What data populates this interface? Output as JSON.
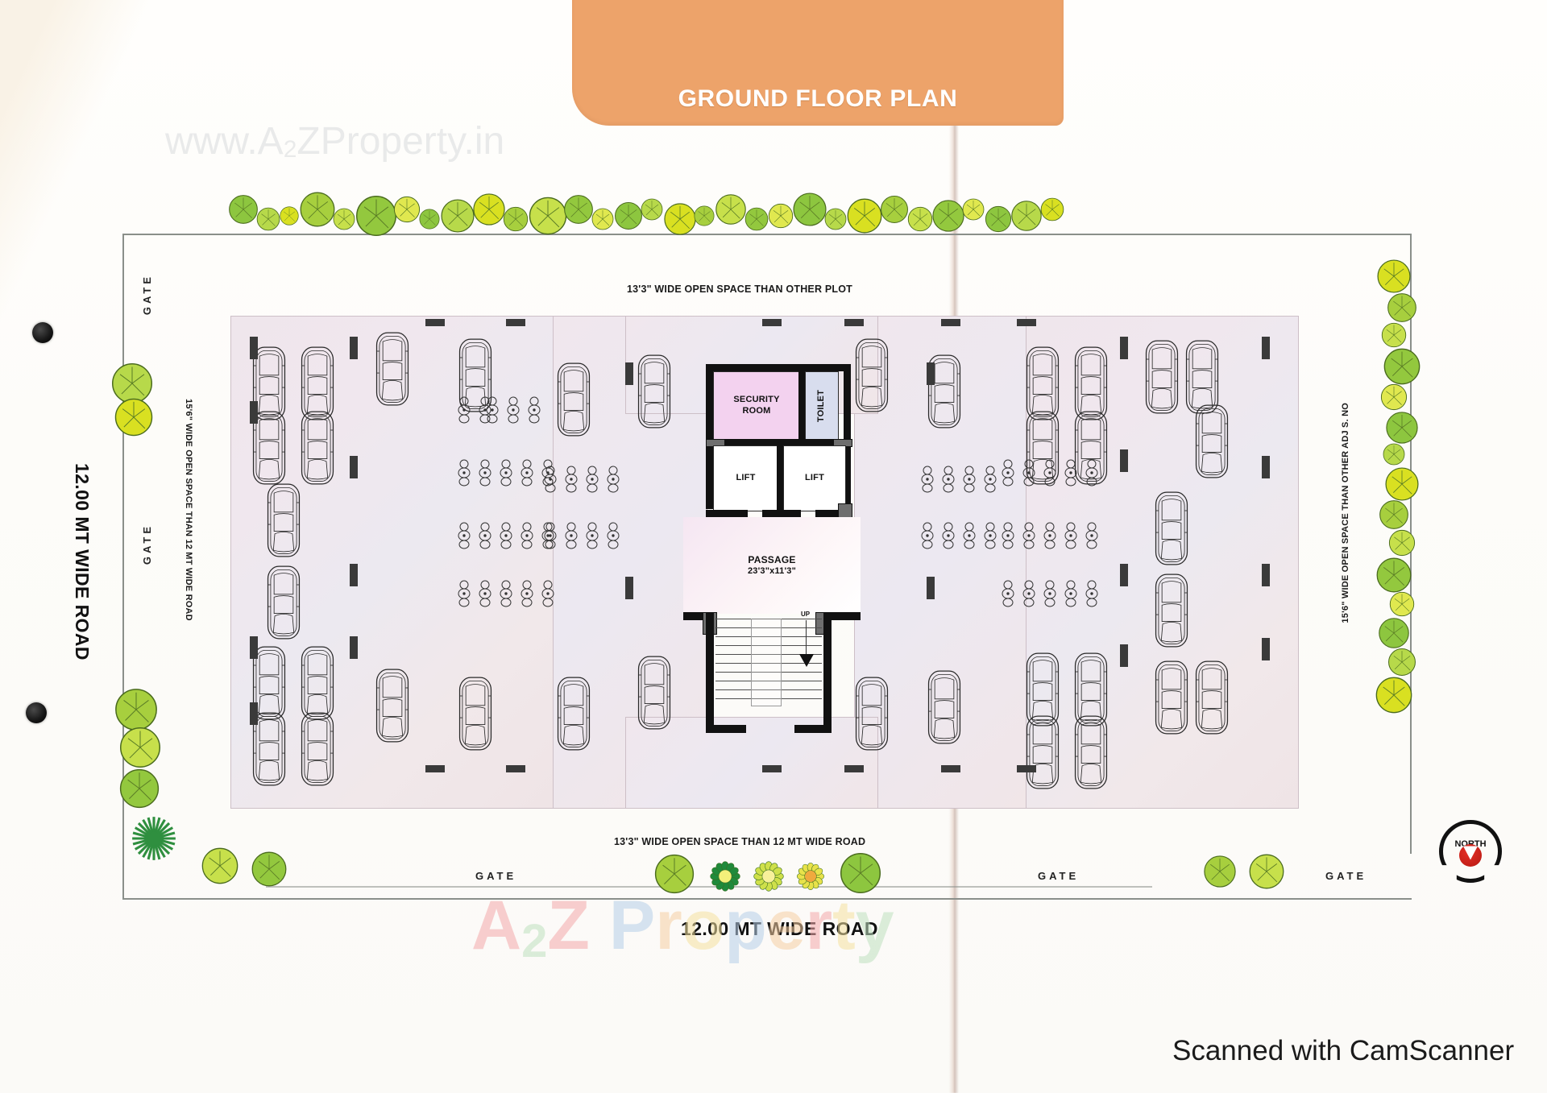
{
  "document": {
    "title": "GROUND FLOOR PLAN",
    "scan_note": "Scanned with CamScanner"
  },
  "watermarks": {
    "top": "www.A2ZProperty.in",
    "top_parts": {
      "www": "www.A",
      "two": "2",
      "rest": "ZProperty.in"
    },
    "bottom_brand": "A2Z Property"
  },
  "banner": {
    "label": "GROUND FLOOR PLAN",
    "color": "#eda36a",
    "text_color": "#ffffff"
  },
  "site": {
    "top_open_space": "13'3\" WIDE OPEN SPACE THAN OTHER PLOT",
    "bottom_open_space": "13'3\" WIDE OPEN SPACE THAN 12 MT WIDE ROAD",
    "left_open_space": "15'6\" WIDE OPEN SPACE THAN 12 MT WIDE ROAD",
    "right_open_space": "15'6\" WIDE OPEN SPACE THAN OTHER ADJ S. NO",
    "left_road": "12.00 MT WIDE ROAD",
    "bottom_road": "12.00 MT WIDE ROAD",
    "gates": [
      "GATE",
      "GATE",
      "GATE",
      "GATE",
      "GATE"
    ]
  },
  "core": {
    "security_room": {
      "label": "SECURITY\nROOM",
      "line1": "SECURITY",
      "line2": "ROOM",
      "fill": "#f3d2ef"
    },
    "toilet": {
      "label": "TOILET",
      "fill": "#d8ddee"
    },
    "lift_left": {
      "label": "LIFT",
      "fill": "#ffffff"
    },
    "lift_right": {
      "label": "LIFT",
      "fill": "#ffffff"
    },
    "passage": {
      "label": "PASSAGE",
      "dimension": "23'3\"x11'3\"",
      "fill": "#fdf4f6"
    },
    "stair": {
      "direction_label": "UP"
    }
  },
  "compass": {
    "label": "NORTH",
    "needle_color": "#d42a20"
  },
  "colors": {
    "slab": "#efe6ec",
    "wall": "#111111",
    "boundary": "#8a8f8a",
    "security_pink": "#f3d2ef",
    "toilet_blue": "#d8ddee",
    "tree_green": "#8dc63f",
    "tree_yellow": "#d9e021"
  },
  "parking": {
    "note": "Covered car parking stalls with car outlines arranged along north and south wings",
    "car_count_top_left": 9,
    "car_count_top_right": 9,
    "car_count_bottom_left": 8,
    "car_count_bottom_right": 8
  }
}
